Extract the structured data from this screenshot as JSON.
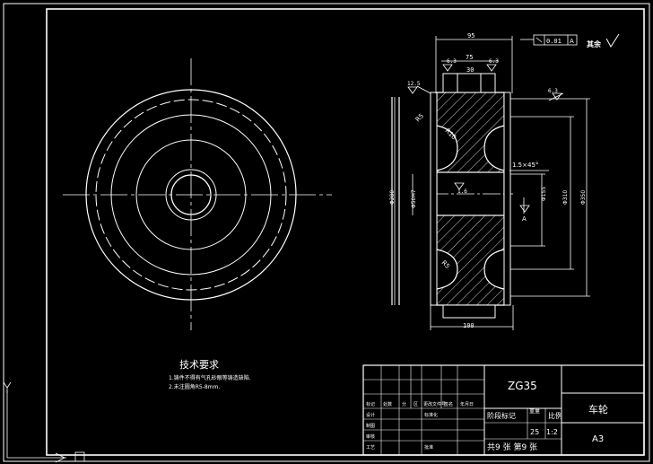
{
  "drawing": {
    "tech_title": "技术要求",
    "tech_notes": [
      "1.铸件不得有气孔砂眼等铸造缺陷.",
      "2.未注圆角R5-8mm."
    ]
  },
  "dimensions": {
    "top_width": "95",
    "inner_width": "75",
    "center_width": "30",
    "bottom_width": "100",
    "flatness": "0.01",
    "datum": "A",
    "others_roughness": "其余",
    "roughness_a": "12.5",
    "roughness_b": "6.3",
    "roughness_c": "6.3",
    "roughness_d": "6.3",
    "roughness_e": "1.6",
    "r5_a": "R5",
    "r10": "R10",
    "r5_b": "R5",
    "chamfer": "1.5×45°",
    "dia_bore": "Φ50H7",
    "dia_hub": "Φ155",
    "dia_280": "Φ280",
    "dia_310": "Φ310",
    "dia_350": "Φ350",
    "datum_bottom": "A"
  },
  "title_block": {
    "material": "ZG35",
    "part_name": "车轮",
    "stage_label": "阶段标记",
    "weight_label": "重量",
    "ratio_label": "比例",
    "weight_value": "25",
    "ratio_value": "1:2",
    "sheet_size": "A3",
    "sheets_total": "共9 张 第9 张",
    "header_row": [
      "标记",
      "处数",
      "分",
      "区",
      "更改文件号",
      "签名",
      "年月日"
    ],
    "row_labels": [
      "设计",
      "制图",
      "审核",
      "工艺"
    ],
    "std_label": "标准化",
    "approve_label": "批准"
  }
}
